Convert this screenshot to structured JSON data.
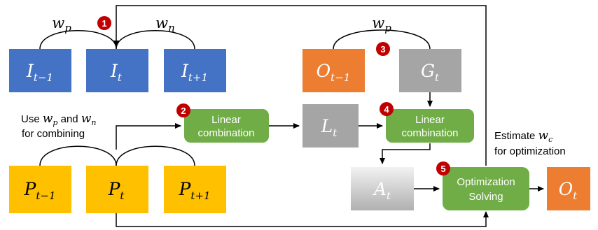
{
  "colors": {
    "blue": "#4472C4",
    "orange": "#ED7D31",
    "gray": "#A5A5A5",
    "dark_gray": "#8C8C8C",
    "light_gray_top": "#F0F0F0",
    "light_gray_bottom": "#B4B4B4",
    "green": "#70AD47",
    "yellow": "#FFC000",
    "badge_red": "#C00000"
  },
  "boxes": {
    "I_prev": {
      "base": "I",
      "sub": "t−1"
    },
    "I_curr": {
      "base": "I",
      "sub": "t"
    },
    "I_next": {
      "base": "I",
      "sub": "t+1"
    },
    "O_prev": {
      "base": "O",
      "sub": "t−1"
    },
    "G_curr": {
      "base": "G",
      "sub": "t"
    },
    "L_curr": {
      "base": "L",
      "sub": "t"
    },
    "A_curr": {
      "base": "A",
      "sub": "t"
    },
    "O_curr": {
      "base": "O",
      "sub": "t"
    },
    "P_prev": {
      "base": "P",
      "sub": "t−1"
    },
    "P_curr": {
      "base": "P",
      "sub": "t"
    },
    "P_next": {
      "base": "P",
      "sub": "t+1"
    }
  },
  "operations": {
    "linear1": {
      "line1": "Linear",
      "line2": "combination"
    },
    "linear2": {
      "line1": "Linear",
      "line2": "combination"
    },
    "optimization": {
      "line1": "Optimization",
      "line2": "Solving"
    }
  },
  "weights": {
    "wp_left": {
      "base": "w",
      "sub": "p"
    },
    "wn_right": {
      "base": "w",
      "sub": "n"
    },
    "wp_output": {
      "base": "w",
      "sub": "p"
    }
  },
  "badges": [
    "1",
    "2",
    "3",
    "4",
    "5"
  ],
  "notes": {
    "use_line1_prefix": "Use ",
    "use_line1_and": " and ",
    "use_line2": "for combining",
    "estimate_line1_prefix": "Estimate ",
    "estimate_line2": "for optimization",
    "wp": {
      "base": "w",
      "sub": "p"
    },
    "wn": {
      "base": "w",
      "sub": "n"
    },
    "wc": {
      "base": "w",
      "sub": "c"
    }
  }
}
